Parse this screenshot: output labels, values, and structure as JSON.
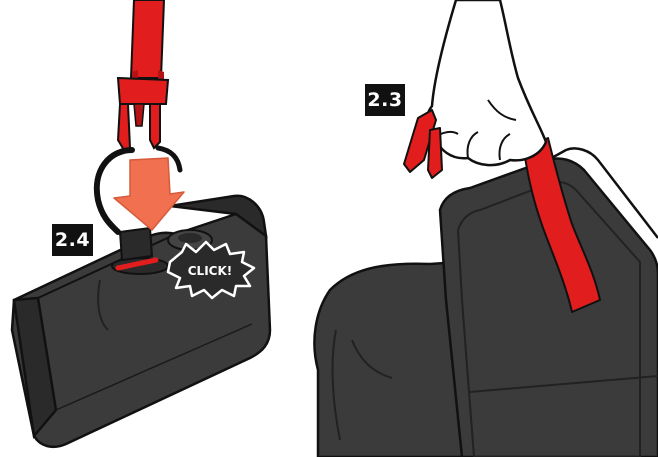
{
  "steps": {
    "left": "2.4",
    "right": "2.3"
  },
  "callout": {
    "text": "CLICK!"
  },
  "colors": {
    "strap_red": "#e11d1d",
    "strap_red_dark": "#b51313",
    "bag_dark": "#3b3b3b",
    "bag_darker": "#2a2a2a",
    "outline": "#111111",
    "arrow_orange": "#f0704f",
    "badge_bg": "#111111",
    "badge_text": "#ffffff"
  },
  "icons": {
    "left_action": "down-arrow-icon",
    "callout_shape": "starburst-icon",
    "hand": "hand-icon"
  }
}
